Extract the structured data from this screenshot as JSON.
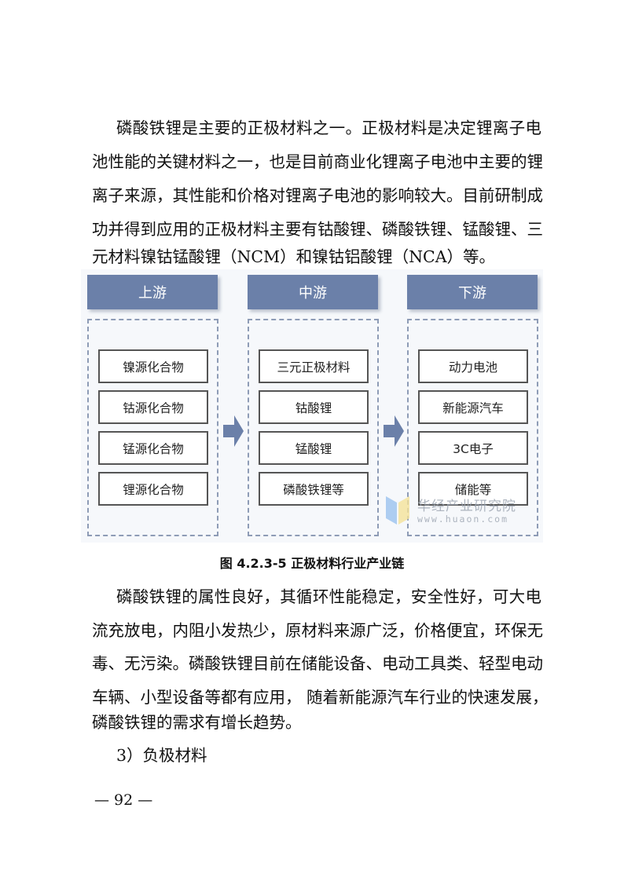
{
  "paragraph1": [
    "磷酸铁锂是主要的正极材料之一。正极材料是决定锂离子电",
    "池性能的关键材料之一，也是目前商业化锂离子电池中主要的锂",
    "离子来源，其性能和价格对锂离子电池的影响较大。目前研制成",
    "功并得到应用的正极材料主要有钴酸锂、磷酸铁锂、锰酸锂、三",
    "元材料镍钴锰酸锂（NCM）和镍钴铝酸锂（NCA）等。"
  ],
  "diagram": {
    "columns": [
      {
        "title": "上游",
        "items": [
          "镍源化合物",
          "钴源化合物",
          "锰源化合物",
          "锂源化合物"
        ]
      },
      {
        "title": "中游",
        "items": [
          "三元正极材料",
          "钴酸锂",
          "锰酸锂",
          "磷酸铁锂等"
        ]
      },
      {
        "title": "下游",
        "items": [
          "动力电池",
          "新能源汽车",
          "3C电子",
          "储能等"
        ]
      }
    ],
    "watermark": {
      "name": "华经产业研究院",
      "url": "www.huaon.com"
    },
    "header_color": "#6b80a9"
  },
  "caption": "图 4.2.3-5  正极材料行业产业链",
  "paragraph2": [
    "磷酸铁锂的属性良好，其循环性能稳定，安全性好，可大电",
    "流充放电，内阻小发热少，原材料来源广泛，价格便宜，环保无",
    "毒、无污染。磷酸铁锂目前在储能设备、电动工具类、轻型电动",
    "车辆、小型设备等都有应用， 随着新能源汽车行业的快速发展，",
    "磷酸铁锂的需求有增长趋势。"
  ],
  "heading": "3）负极材料",
  "page_number": "— 92 —"
}
